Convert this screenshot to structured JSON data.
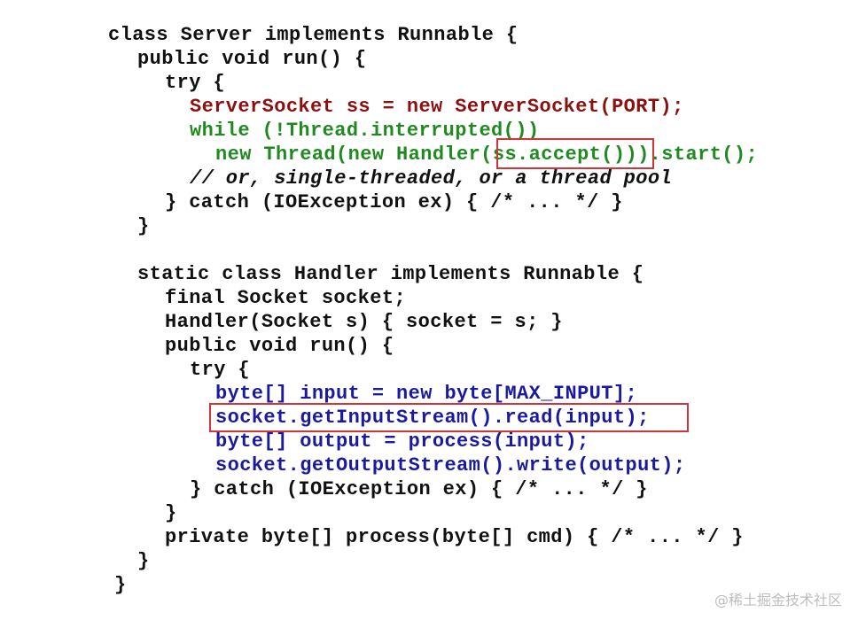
{
  "code_lines": [
    {
      "text": "class Server implements Runnable {",
      "color": "#111111"
    },
    {
      "text": "public void run() {",
      "color": "#111111"
    },
    {
      "text": "try {",
      "color": "#111111"
    },
    {
      "text": "ServerSocket ss = new ServerSocket(PORT);",
      "color": "#8b1010"
    },
    {
      "text": "while (!Thread.interrupted())",
      "color": "#1f8a20"
    },
    {
      "text": "new Thread(new Handler(ss.accept())).start();",
      "color": "#1f8a20"
    },
    {
      "text": "// or, single-threaded, or a thread pool",
      "color": "#111111"
    },
    {
      "text": "} catch (IOException ex) { /* ... */ }",
      "color": "#111111"
    },
    {
      "text": "}",
      "color": "#111111"
    },
    {
      "text": "static class Handler implements Runnable {",
      "color": "#111111"
    },
    {
      "text": "final Socket socket;",
      "color": "#111111"
    },
    {
      "text": "Handler(Socket s) { socket = s; }",
      "color": "#111111"
    },
    {
      "text": "public void run() {",
      "color": "#111111"
    },
    {
      "text": "try {",
      "color": "#111111"
    },
    {
      "text": "byte[] input = new byte[MAX_INPUT];",
      "color": "#1a1aa0"
    },
    {
      "text": "socket.getInputStream().read(input);",
      "color": "#1a1aa0"
    },
    {
      "text": "byte[] output = process(input);",
      "color": "#1a1aa0"
    },
    {
      "text": "socket.getOutputStream().write(output);",
      "color": "#1a1aa0"
    },
    {
      "text": "} catch (IOException ex) { /* ... */ }",
      "color": "#111111"
    },
    {
      "text": "}",
      "color": "#111111"
    },
    {
      "text": "private byte[] process(byte[] cmd) { /* ... */ }",
      "color": "#111111"
    },
    {
      "text": "}",
      "color": "#111111"
    },
    {
      "text": "}",
      "color": "#111111"
    }
  ],
  "highlight_color": "#d0353a",
  "watermark": "@稀土掘金技术社区"
}
